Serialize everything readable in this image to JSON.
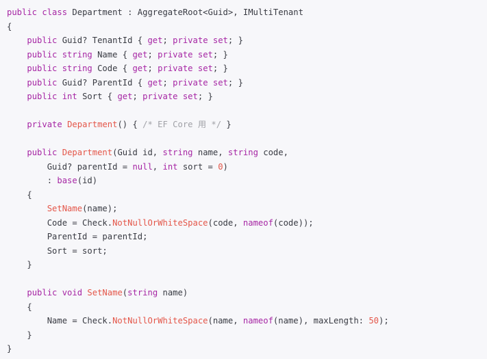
{
  "code": {
    "language": "csharp",
    "lines": [
      [
        {
          "t": "public class",
          "c": "kw"
        },
        {
          "t": " Department : AggregateRoot<Guid>, IMultiTenant",
          "c": "id"
        }
      ],
      [
        {
          "t": "{",
          "c": "id"
        }
      ],
      [
        {
          "t": "    ",
          "c": "id"
        },
        {
          "t": "public",
          "c": "kw"
        },
        {
          "t": " Guid? TenantId { ",
          "c": "id"
        },
        {
          "t": "get",
          "c": "kw"
        },
        {
          "t": "; ",
          "c": "id"
        },
        {
          "t": "private set",
          "c": "kw"
        },
        {
          "t": "; }",
          "c": "id"
        }
      ],
      [
        {
          "t": "    ",
          "c": "id"
        },
        {
          "t": "public string",
          "c": "kw"
        },
        {
          "t": " Name { ",
          "c": "id"
        },
        {
          "t": "get",
          "c": "kw"
        },
        {
          "t": "; ",
          "c": "id"
        },
        {
          "t": "private set",
          "c": "kw"
        },
        {
          "t": "; }",
          "c": "id"
        }
      ],
      [
        {
          "t": "    ",
          "c": "id"
        },
        {
          "t": "public string",
          "c": "kw"
        },
        {
          "t": " Code { ",
          "c": "id"
        },
        {
          "t": "get",
          "c": "kw"
        },
        {
          "t": "; ",
          "c": "id"
        },
        {
          "t": "private set",
          "c": "kw"
        },
        {
          "t": "; }",
          "c": "id"
        }
      ],
      [
        {
          "t": "    ",
          "c": "id"
        },
        {
          "t": "public",
          "c": "kw"
        },
        {
          "t": " Guid? ParentId { ",
          "c": "id"
        },
        {
          "t": "get",
          "c": "kw"
        },
        {
          "t": "; ",
          "c": "id"
        },
        {
          "t": "private set",
          "c": "kw"
        },
        {
          "t": "; }",
          "c": "id"
        }
      ],
      [
        {
          "t": "    ",
          "c": "id"
        },
        {
          "t": "public int",
          "c": "kw"
        },
        {
          "t": " Sort { ",
          "c": "id"
        },
        {
          "t": "get",
          "c": "kw"
        },
        {
          "t": "; ",
          "c": "id"
        },
        {
          "t": "private set",
          "c": "kw"
        },
        {
          "t": "; }",
          "c": "id"
        }
      ],
      [],
      [
        {
          "t": "    ",
          "c": "id"
        },
        {
          "t": "private",
          "c": "kw"
        },
        {
          "t": " ",
          "c": "id"
        },
        {
          "t": "Department",
          "c": "fn"
        },
        {
          "t": "() { ",
          "c": "id"
        },
        {
          "t": "/* EF Core 用 */",
          "c": "cm"
        },
        {
          "t": " }",
          "c": "id"
        }
      ],
      [],
      [
        {
          "t": "    ",
          "c": "id"
        },
        {
          "t": "public",
          "c": "kw"
        },
        {
          "t": " ",
          "c": "id"
        },
        {
          "t": "Department",
          "c": "fn"
        },
        {
          "t": "(Guid id, ",
          "c": "id"
        },
        {
          "t": "string",
          "c": "kw"
        },
        {
          "t": " name, ",
          "c": "id"
        },
        {
          "t": "string",
          "c": "kw"
        },
        {
          "t": " code,",
          "c": "id"
        }
      ],
      [
        {
          "t": "        Guid? parentId = ",
          "c": "id"
        },
        {
          "t": "null",
          "c": "kw"
        },
        {
          "t": ", ",
          "c": "id"
        },
        {
          "t": "int",
          "c": "kw"
        },
        {
          "t": " sort = ",
          "c": "id"
        },
        {
          "t": "0",
          "c": "num"
        },
        {
          "t": ")",
          "c": "id"
        }
      ],
      [
        {
          "t": "        : ",
          "c": "id"
        },
        {
          "t": "base",
          "c": "kw"
        },
        {
          "t": "(id)",
          "c": "id"
        }
      ],
      [
        {
          "t": "    {",
          "c": "id"
        }
      ],
      [
        {
          "t": "        ",
          "c": "id"
        },
        {
          "t": "SetName",
          "c": "fn"
        },
        {
          "t": "(name);",
          "c": "id"
        }
      ],
      [
        {
          "t": "        Code = Check.",
          "c": "id"
        },
        {
          "t": "NotNullOrWhiteSpace",
          "c": "fn"
        },
        {
          "t": "(code, ",
          "c": "id"
        },
        {
          "t": "nameof",
          "c": "kw"
        },
        {
          "t": "(code));",
          "c": "id"
        }
      ],
      [
        {
          "t": "        ParentId = parentId;",
          "c": "id"
        }
      ],
      [
        {
          "t": "        Sort = sort;",
          "c": "id"
        }
      ],
      [
        {
          "t": "    }",
          "c": "id"
        }
      ],
      [],
      [
        {
          "t": "    ",
          "c": "id"
        },
        {
          "t": "public void",
          "c": "kw"
        },
        {
          "t": " ",
          "c": "id"
        },
        {
          "t": "SetName",
          "c": "fn"
        },
        {
          "t": "(",
          "c": "id"
        },
        {
          "t": "string",
          "c": "kw"
        },
        {
          "t": " name)",
          "c": "id"
        }
      ],
      [
        {
          "t": "    {",
          "c": "id"
        }
      ],
      [
        {
          "t": "        Name = Check.",
          "c": "id"
        },
        {
          "t": "NotNullOrWhiteSpace",
          "c": "fn"
        },
        {
          "t": "(name, ",
          "c": "id"
        },
        {
          "t": "nameof",
          "c": "kw"
        },
        {
          "t": "(name), maxLength: ",
          "c": "id"
        },
        {
          "t": "50",
          "c": "num"
        },
        {
          "t": ");",
          "c": "id"
        }
      ],
      [
        {
          "t": "    }",
          "c": "id"
        }
      ],
      [
        {
          "t": "}",
          "c": "id"
        }
      ]
    ]
  }
}
